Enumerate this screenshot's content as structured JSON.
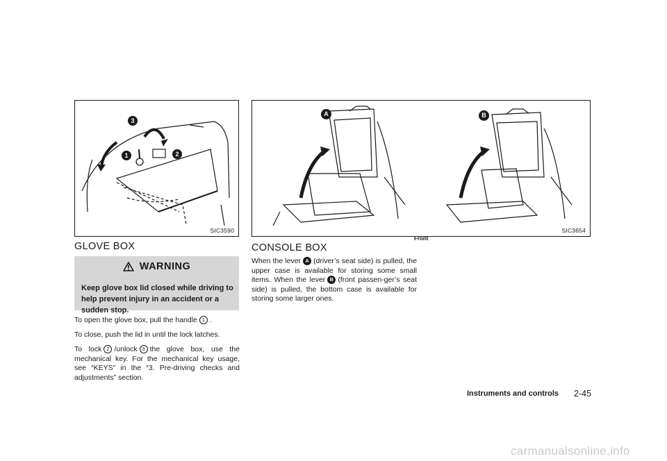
{
  "figure_left": {
    "code": "SIC3590",
    "callouts": [
      "1",
      "2",
      "3"
    ]
  },
  "figure_right": {
    "code": "SIC3654",
    "caption": "Front",
    "callouts": [
      "A",
      "B"
    ]
  },
  "glove_box": {
    "title": "GLOVE BOX",
    "warning": {
      "label": "WARNING",
      "text": "Keep glove box lid closed while driving to help prevent injury in an accident or a sudden stop."
    },
    "para1": {
      "text_a": "To open the glove box, pull the handle",
      "ref1": "1",
      "text_b": "."
    },
    "para2": "To close, push the lid in until the lock latches.",
    "para3": {
      "text_a": "To lock",
      "ref2": "2",
      "text_b": "/unlock",
      "ref3": "3",
      "text_c": "the glove box, use the mechanical key. For the mechanical key usage, see “KEYS” in the “3. Pre-driving checks and adjustments” section."
    }
  },
  "console_box": {
    "title": "CONSOLE BOX",
    "para": {
      "text_a": "When the lever",
      "refA": "A",
      "text_b": "(driver’s seat side) is pulled, the upper case is available for storing some small items. When the lever",
      "refB": "B",
      "text_c": "(front passen-ger’s seat side) is pulled, the bottom case is available for storing some larger ones."
    }
  },
  "footer": {
    "section": "Instruments and controls",
    "page": "2-45"
  },
  "watermark": "carmanualsonline.info"
}
